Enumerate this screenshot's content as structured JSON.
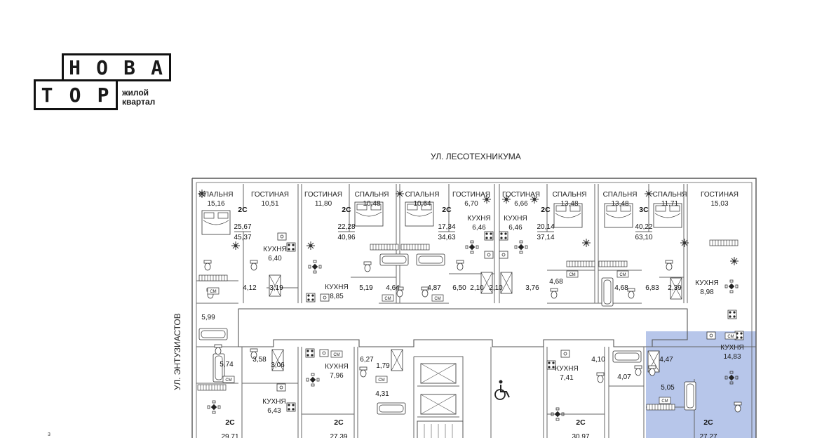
{
  "logo": {
    "word_top": "НОВА",
    "word_bottom": "ТОР",
    "tagline_1": "жилой",
    "tagline_2": "квартал"
  },
  "streets": {
    "top": "УЛ. ЛЕСОТЕХНИКУМА",
    "left": "УЛ. ЭНТУЗИАСТОВ"
  },
  "page_number": "3",
  "highlight_color": "#b7c6ea",
  "rooms": [
    {
      "label": "СПАЛЬНЯ",
      "area": "15,16"
    },
    {
      "label": "ГОСТИНАЯ",
      "area": "10,51"
    },
    {
      "label": "ГОСТИНАЯ",
      "area": "11,80"
    },
    {
      "label": "СПАЛЬНЯ",
      "area": "10,48"
    },
    {
      "label": "СПАЛЬНЯ",
      "area": "10,64"
    },
    {
      "label": "ГОСТИНАЯ",
      "area": "6,70"
    },
    {
      "label": "ГОСТИНАЯ",
      "area": "6,66"
    },
    {
      "label": "СПАЛЬНЯ",
      "area": "13,48"
    },
    {
      "label": "СПАЛЬНЯ",
      "area": "13,48"
    },
    {
      "label": "СПАЛЬНЯ",
      "area": "11,71"
    },
    {
      "label": "ГОСТИНАЯ",
      "area": "15,03"
    },
    {
      "label": "КУХНЯ",
      "area": "6,40"
    },
    {
      "label": "КУХНЯ",
      "area": "8,85"
    },
    {
      "label": "КУХНЯ",
      "area": "6,46"
    },
    {
      "label": "КУХНЯ",
      "area": "6,46"
    },
    {
      "label": "КУХНЯ",
      "area": "8,98"
    },
    {
      "label": "КУХНЯ",
      "area": "14,83"
    },
    {
      "label": "КУХНЯ",
      "area": "7,96"
    },
    {
      "label": "КУХНЯ",
      "area": "7,41"
    },
    {
      "label": "КУХНЯ",
      "area": "6,43"
    }
  ],
  "small_areas": [
    "4,12",
    "3,19",
    "5,99",
    "5,19",
    "4,64",
    "4,87",
    "6,50",
    "2,10",
    "2,10",
    "3,76",
    "4,68",
    "4,68",
    "6,83",
    "2,39",
    "5,74",
    "3,58",
    "3,06",
    "6,27",
    "1,79",
    "4,31",
    "4,10",
    "4,07",
    "4,47",
    "5,05"
  ],
  "apartments": [
    {
      "type": "2С",
      "living": "25,67",
      "total": "45,37"
    },
    {
      "type": "2С",
      "living": "22,28",
      "total": "40,96"
    },
    {
      "type": "2С",
      "living": "17,34",
      "total": "34,63"
    },
    {
      "type": "2С",
      "living": "20,14",
      "total": "37,14"
    },
    {
      "type": "3С",
      "living": "40,22",
      "total": "63,10"
    },
    {
      "type": "2С",
      "total": "29,71"
    },
    {
      "type": "2С",
      "total": "27,39"
    },
    {
      "type": "2С",
      "total": "30,97"
    },
    {
      "type": "2С",
      "total": "27,27"
    }
  ],
  "wardrobe_label": "СМ",
  "icons": [
    "plant-icon",
    "table-icon",
    "stove-icon",
    "sink-icon",
    "toilet-icon",
    "bathtub-icon",
    "bed-icon",
    "wheelchair-icon"
  ]
}
